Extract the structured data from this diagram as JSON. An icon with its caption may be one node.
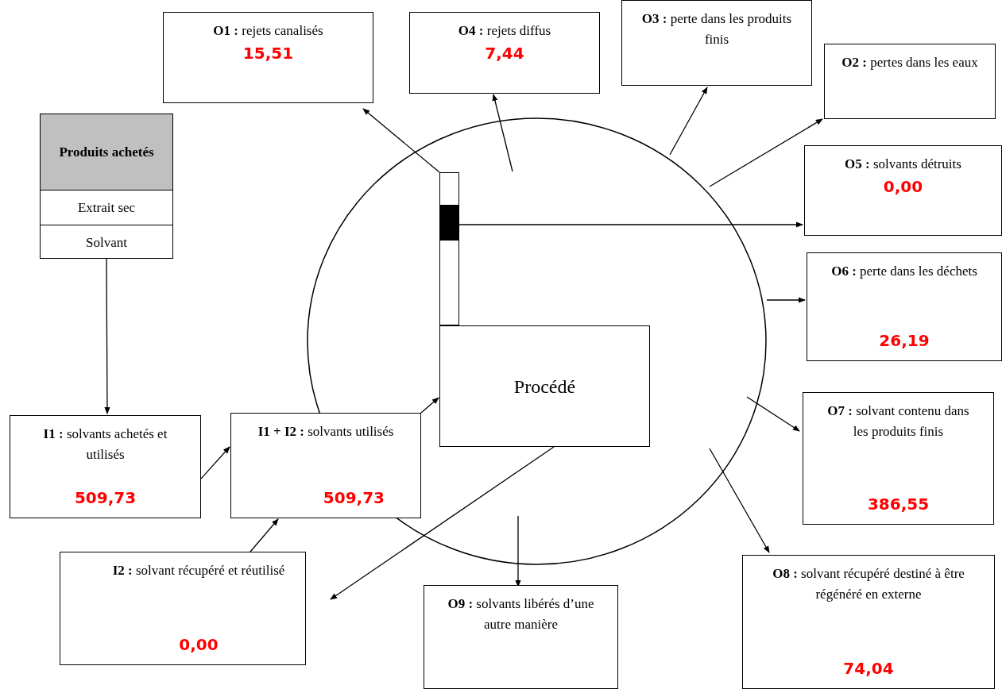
{
  "diagram": {
    "nodes": [
      {
        "text": [
          "**O1 :** rejets canalisés",
          "15,51"
        ]
      },
      {
        "text": [
          "**O4 :** rejets diffus",
          "7,44"
        ]
      },
      {
        "text": [
          "**O3 :** perte dans les produits finis"
        ]
      },
      {
        "text": [
          "**O2 :** pertes dans les eaux"
        ]
      },
      {
        "text": [
          "Produits achetés",
          "Extrait sec",
          "Solvant"
        ]
      },
      {
        "text": [
          "**O5 :** solvants détruits",
          "0,00"
        ]
      },
      {
        "text": [],
        "shape": "circle"
      },
      {
        "text": [],
        "shape": "bar",
        "in": 6
      },
      {
        "text": [
          "Procédé"
        ],
        "in": 6
      },
      {
        "text": [
          "**O6 :** perte dans les déchets",
          "26,19"
        ]
      },
      {
        "text": [
          "**I1 :** solvants achetés et utilisés",
          "509,73"
        ]
      },
      {
        "text": [
          "**I1 + I2 :** solvants utilisés",
          "509,73"
        ]
      },
      {
        "text": [
          "**O7 :** solvant contenu dans les produits finis",
          "386,55"
        ]
      },
      {
        "text": [
          "**I2 :** solvant récupéré et réutilisé",
          "0,00"
        ]
      },
      {
        "text": [
          "**O9 :** solvants libérés d’une autre manière"
        ]
      },
      {
        "text": [
          "**O8 :** solvant récupéré destiné à être régénéré en externe",
          "74,04"
        ]
      }
    ],
    "edges": [
      {
        "from": 7,
        "to": 0,
        "arrow": "to"
      },
      {
        "from": null,
        "to": 1,
        "arrow": "to"
      },
      {
        "from": 6,
        "to": 2,
        "arrow": "to"
      },
      {
        "from": 6,
        "to": 3,
        "arrow": "to"
      },
      {
        "from": 7,
        "to": 5,
        "arrow": "to"
      },
      {
        "from": 6,
        "to": 9,
        "arrow": "to"
      },
      {
        "from": 6,
        "to": 12,
        "arrow": "to"
      },
      {
        "from": 6,
        "to": 15,
        "arrow": "to"
      },
      {
        "from": null,
        "to": 14,
        "arrow": "to"
      },
      {
        "from": 8,
        "to": 13,
        "arrow": "to"
      },
      {
        "from": 4,
        "to": 10,
        "arrow": "to"
      },
      {
        "from": 10,
        "to": 11,
        "arrow": "to"
      },
      {
        "from": 13,
        "to": 11,
        "arrow": "to"
      },
      {
        "from": 11,
        "to": 8,
        "arrow": "to"
      }
    ]
  }
}
